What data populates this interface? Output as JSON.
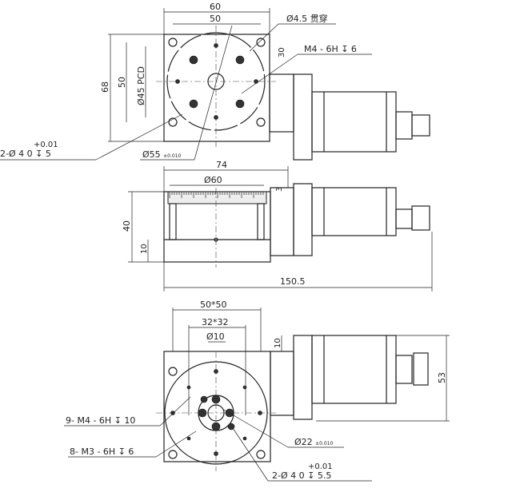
{
  "top_view": {
    "dim_width_outer": "60",
    "dim_width_holes": "50",
    "through_hole": "Ø4.5 贯穿",
    "dim_motor_offset": "30",
    "thread_note": "M4 - 6H ↧ 6",
    "dim_height_outer": "68",
    "dim_height_holes": "50",
    "pcd": "Ø45 PCD",
    "pin_tol": "+0.01",
    "pin_note": "2-Ø 4 0  ↧ 5",
    "table_dia": "Ø55",
    "table_dia_tol": "±0.010"
  },
  "side_view": {
    "dim_length": "74",
    "table_dia": "Ø60",
    "dim_top": "3",
    "dim_height": "40",
    "dim_base": "10",
    "dim_total": "150.5"
  },
  "bottom_view": {
    "dim_square": "50*50",
    "dim_inner_square": "32*32",
    "center_dia": "Ø10",
    "dim_offset": "10",
    "dim_motor_height": "53",
    "m4_note": "9- M4 - 6H ↧ 10",
    "m3_note": "8- M3 - 6H ↧ 6",
    "bore_dia": "Ø22",
    "bore_tol": "±0.010",
    "pin_tol": "+0.01",
    "pin_note": "2-Ø 4 0  ↧ 5.5"
  }
}
